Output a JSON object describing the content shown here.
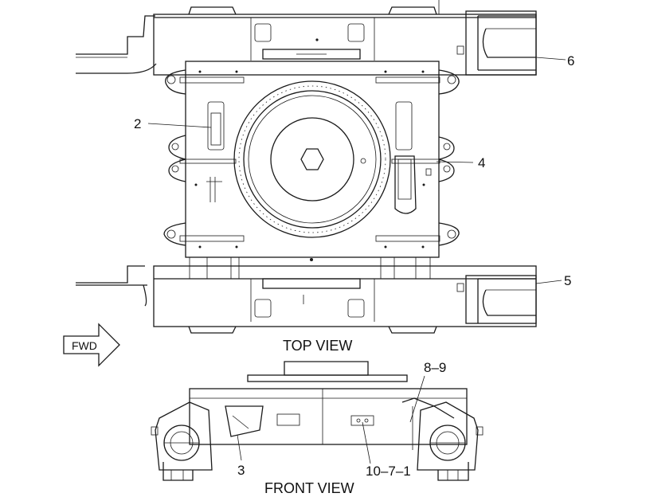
{
  "views": {
    "top": "TOP VIEW",
    "front": "FRONT VIEW"
  },
  "direction_arrow": "FWD",
  "callouts": {
    "c2": "2",
    "c3": "3",
    "c4": "4",
    "c5": "5",
    "c6": "6",
    "c8_9": "8–9",
    "c10_7_1": "10–7–1"
  },
  "colors": {
    "line": "#1a1a1a",
    "background": "#ffffff"
  }
}
